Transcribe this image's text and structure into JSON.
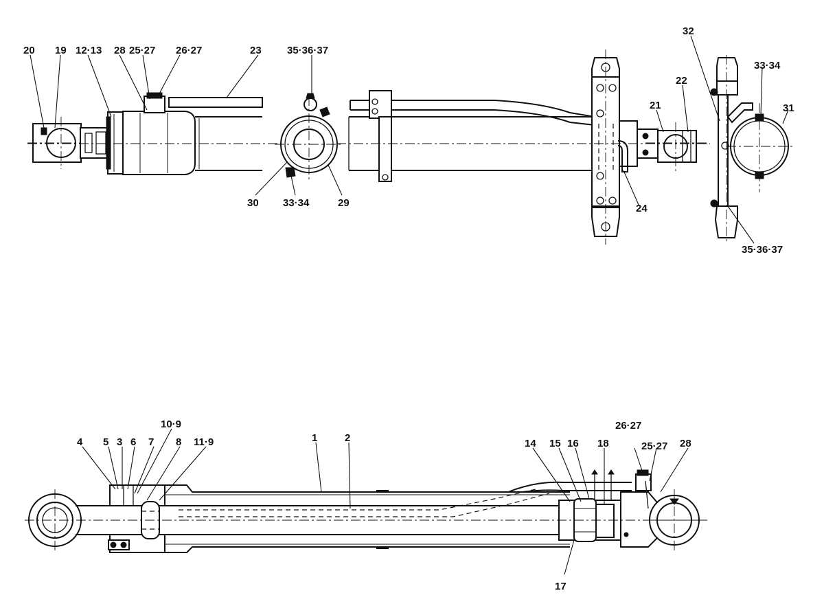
{
  "callouts": {
    "top": {
      "c20": "20",
      "c19": "19",
      "c12_13": "12·13",
      "c28": "28",
      "c25_27": "25·27",
      "c26_27": "26·27",
      "c23": "23",
      "c35_36_37": "35·36·37",
      "c30": "30",
      "c33_34": "33·34",
      "c29": "29",
      "c21": "21",
      "c22": "22",
      "c24": "24",
      "c32": "32",
      "c33_34_r": "33·34",
      "c31": "31",
      "c35_36_37_r": "35·36·37"
    },
    "bottom": {
      "c4": "4",
      "c5": "5",
      "c3": "3",
      "c6": "6",
      "c7": "7",
      "c10_9": "10·9",
      "c8": "8",
      "c11_9": "11·9",
      "c1": "1",
      "c2": "2",
      "c14": "14",
      "c15": "15",
      "c16": "16",
      "c18": "18",
      "c26_27": "26·27",
      "c25_27": "25·27",
      "c28": "28",
      "c17": "17"
    }
  }
}
